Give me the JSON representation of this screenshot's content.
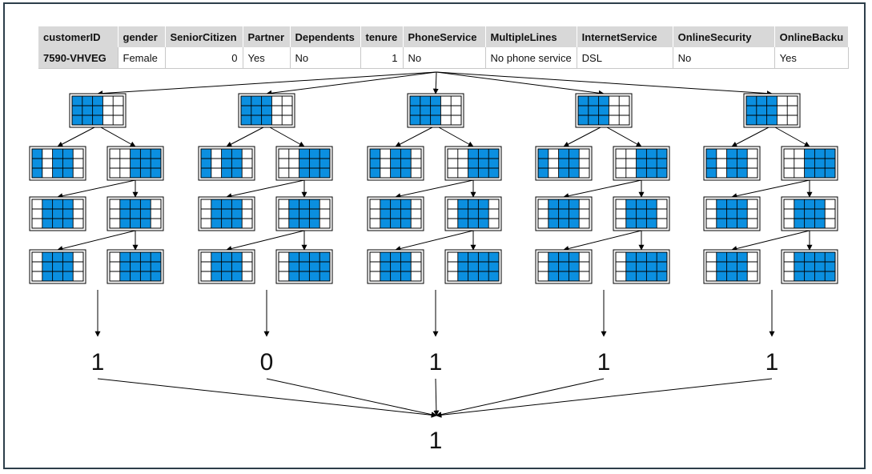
{
  "table": {
    "headers": [
      "customerID",
      "gender",
      "SeniorCitizen",
      "Partner",
      "Dependents",
      "tenure",
      "PhoneService",
      "MultipleLines",
      "InternetService",
      "OnlineSecurity",
      "OnlineBacku"
    ],
    "row": [
      "7590-VHVEG",
      "Female",
      "0",
      "Yes",
      "No",
      "1",
      "No",
      "No phone service",
      "DSL",
      "No",
      "Yes"
    ]
  },
  "tree_predictions": [
    "1",
    "0",
    "1",
    "1",
    "1"
  ],
  "final_prediction": "1",
  "colors": {
    "cell_fill": "#0b8fe0",
    "header_bg": "#d8d8d8",
    "frame": "#2d3e4a"
  }
}
